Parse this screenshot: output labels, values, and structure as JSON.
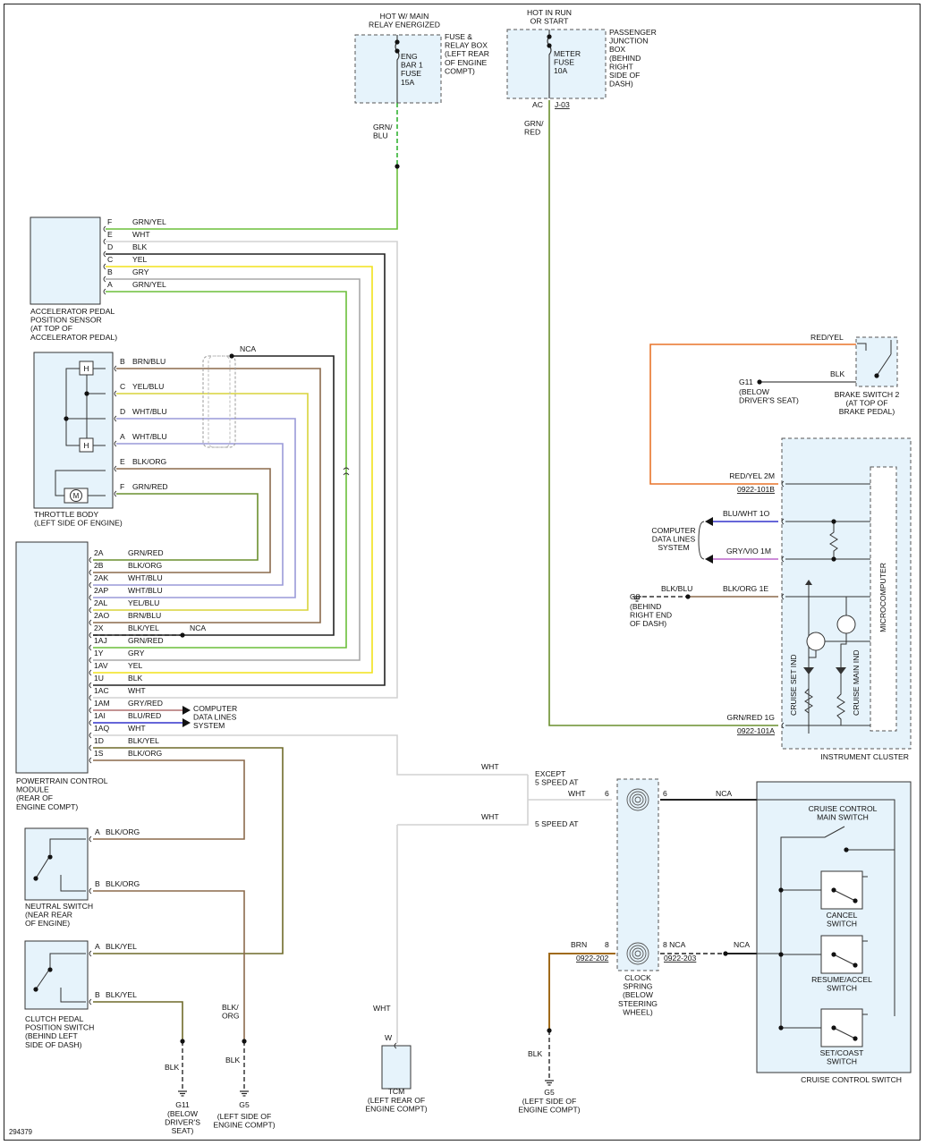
{
  "colors": {
    "grn_yel": "#6bbf3a",
    "wht": "#d2d2d2",
    "blk": "#222222",
    "yel": "#f2e21a",
    "gry": "#a8a8a8",
    "brn": "#8b6a4c",
    "wht_blu": "#9a9ad8",
    "blk_org": "#8b6a4c",
    "grn_red": "#6a8f2e",
    "brn_blu": "#8b6a4c",
    "yel_blu": "#d8d43a",
    "blk_yel": "#6f6a2a",
    "red_yel": "#e8742a",
    "blu_wht": "#3333cc",
    "gry_vio": "#bb66cc",
    "gry_red": "#b07070",
    "blu_red": "#3333cc",
    "grn_blu": "#33b233",
    "brn_sw": "#a06a1a",
    "box_fill": "#e6f3fb",
    "box_dash": "#555555"
  },
  "diagram_id": "294379",
  "fuse_eng": {
    "header": [
      "HOT W/ MAIN",
      "RELAY ENERGIZED"
    ],
    "fuse_label": [
      "ENG",
      "BAR 1",
      "FUSE",
      "15A"
    ],
    "location": [
      "FUSE &",
      "RELAY BOX",
      "(LEFT REAR",
      "OF ENGINE",
      "COMPT)"
    ],
    "wire": [
      "GRN/",
      "BLU"
    ]
  },
  "fuse_meter": {
    "header": [
      "HOT IN RUN",
      "OR START"
    ],
    "fuse_label": [
      "METER",
      "FUSE",
      "10A"
    ],
    "location": [
      "PASSENGER",
      "JUNCTION",
      "BOX",
      "(BEHIND",
      "RIGHT",
      "SIDE OF",
      "DASH)"
    ],
    "pin": "AC",
    "connector": "J-03",
    "wire": [
      "GRN/",
      "RED"
    ]
  },
  "app_sensor": {
    "caption": [
      "ACCELERATOR PEDAL",
      "POSITION SENSOR",
      "(AT TOP OF",
      "ACCELERATOR PEDAL)"
    ],
    "pins": [
      {
        "pin": "F",
        "wire": "GRN/YEL"
      },
      {
        "pin": "E",
        "wire": "WHT"
      },
      {
        "pin": "D",
        "wire": "BLK"
      },
      {
        "pin": "C",
        "wire": "YEL"
      },
      {
        "pin": "B",
        "wire": "GRY"
      },
      {
        "pin": "A",
        "wire": "GRN/YEL"
      }
    ]
  },
  "throttle": {
    "caption": [
      "THROTTLE BODY",
      "(LEFT SIDE OF ENGINE)"
    ],
    "pins": [
      {
        "pin": "B",
        "wire": "BRN/BLU"
      },
      {
        "pin": "C",
        "wire": "YEL/BLU"
      },
      {
        "pin": "D",
        "wire": "WHT/BLU"
      },
      {
        "pin": "A",
        "wire": "WHT/BLU"
      },
      {
        "pin": "E",
        "wire": "BLK/ORG"
      },
      {
        "pin": "F",
        "wire": "GRN/RED"
      }
    ],
    "h_label": "H",
    "m_label": "M",
    "nca": "NCA"
  },
  "pcm": {
    "caption": [
      "POWERTRAIN CONTROL",
      "MODULE",
      "(REAR OF",
      "ENGINE COMPT)"
    ],
    "pins": [
      {
        "pin": "2A",
        "wire": "GRN/RED"
      },
      {
        "pin": "2B",
        "wire": "BLK/ORG"
      },
      {
        "pin": "2AK",
        "wire": "WHT/BLU"
      },
      {
        "pin": "2AP",
        "wire": "WHT/BLU"
      },
      {
        "pin": "2AL",
        "wire": "YEL/BLU"
      },
      {
        "pin": "2AO",
        "wire": "BRN/BLU"
      },
      {
        "pin": "2X",
        "wire": "BLK/YEL"
      },
      {
        "pin": "1AJ",
        "wire": "GRN/RED"
      },
      {
        "pin": "1Y",
        "wire": "GRY"
      },
      {
        "pin": "1AV",
        "wire": "YEL"
      },
      {
        "pin": "1U",
        "wire": "BLK"
      },
      {
        "pin": "1AC",
        "wire": "WHT"
      },
      {
        "pin": "1AM",
        "wire": "GRY/RED"
      },
      {
        "pin": "1AI",
        "wire": "BLU/RED"
      },
      {
        "pin": "1AQ",
        "wire": "WHT"
      },
      {
        "pin": "1D",
        "wire": "BLK/YEL"
      },
      {
        "pin": "1S",
        "wire": "BLK/ORG"
      }
    ],
    "nca": "NCA",
    "data_lines": [
      "COMPUTER",
      "DATA LINES",
      "SYSTEM"
    ]
  },
  "neutral_switch": {
    "caption": [
      "NEUTRAL SWITCH",
      "(NEAR REAR",
      "OF ENGINE)"
    ],
    "pins": [
      {
        "pin": "A",
        "wire": "BLK/ORG"
      },
      {
        "pin": "B",
        "wire": "BLK/ORG"
      }
    ]
  },
  "clutch_switch": {
    "caption": [
      "CLUTCH PEDAL",
      "POSITION SWITCH",
      "(BEHIND LEFT",
      "SIDE OF DASH)"
    ],
    "pins": [
      {
        "pin": "A",
        "wire": "BLK/YEL"
      },
      {
        "pin": "B",
        "wire": "BLK/YEL"
      }
    ]
  },
  "ground_g11_left": {
    "wire": "BLK",
    "name": "G11",
    "location": [
      "(BELOW",
      "DRIVER'S",
      "SEAT)"
    ]
  },
  "ground_g5_left": {
    "wire_top": [
      "BLK/",
      "ORG"
    ],
    "wire": "BLK",
    "name": "G5",
    "location": [
      "(LEFT SIDE OF",
      "ENGINE COMPT)"
    ]
  },
  "tcm": {
    "wire": "WHT",
    "pin": "W",
    "name": "TCM",
    "location": [
      "(LEFT REAR OF",
      "ENGINE COMPT)"
    ]
  },
  "ground_g5_right": {
    "wire": "BLK",
    "name": "G5",
    "location": [
      "(LEFT SIDE OF",
      "ENGINE COMPT)"
    ]
  },
  "wht_branch": {
    "wire_upper": "WHT",
    "except": [
      "EXCEPT",
      "5 SPEED AT"
    ],
    "wire_mid": "WHT",
    "wire_lower": "WHT",
    "speed": "5 SPEED AT"
  },
  "clock_spring": {
    "caption": [
      "CLOCK",
      "SPRING",
      "(BELOW",
      "STEERING",
      "WHEEL)"
    ],
    "pin_left_top": "6",
    "pin_right_top": "6",
    "nca_top": "NCA",
    "brn": "BRN",
    "pin_left_bot": "8",
    "pin_right_bot": "8 NCA",
    "nca_bot": "NCA",
    "conn_left": "0922-202",
    "conn_right": "0922-203"
  },
  "cruise_switch": {
    "caption": "CRUISE CONTROL SWITCH",
    "main": [
      "CRUISE CONTROL",
      "MAIN SWITCH"
    ],
    "cancel": [
      "CANCEL",
      "SWITCH"
    ],
    "resume": [
      "RESUME/ACCEL",
      "SWITCH"
    ],
    "set": [
      "SET/COAST",
      "SWITCH"
    ]
  },
  "brake_switch": {
    "wire_top": "RED/YEL",
    "wire_gnd": "BLK",
    "ground": "G11",
    "ground_loc": [
      "(BELOW",
      "DRIVER'S SEAT)"
    ],
    "caption": [
      "BRAKE SWITCH 2",
      "(AT TOP OF",
      "BRAKE PEDAL)"
    ]
  },
  "cluster": {
    "caption": "INSTRUMENT CLUSTER",
    "pin_2m": "RED/YEL  2M",
    "conn_101b": "0922-101B",
    "pin_1o": "BLU/WHT  1O",
    "pin_1m": "GRY/VIO  1M",
    "data_lines": [
      "COMPUTER",
      "DATA LINES",
      "SYSTEM"
    ],
    "g8_wire": "BLK/BLU",
    "pin_1e": "BLK/ORG  1E",
    "g8": "G8",
    "g8_loc": [
      "(BEHIND",
      "RIGHT END",
      "OF DASH)"
    ],
    "set_ind": "CRUISE SET IND",
    "main_ind": "CRUISE MAIN IND",
    "micro": "MICROCOMPUTER",
    "pin_1g": "GRN/RED  1G",
    "conn_101a": "0922-101A"
  }
}
